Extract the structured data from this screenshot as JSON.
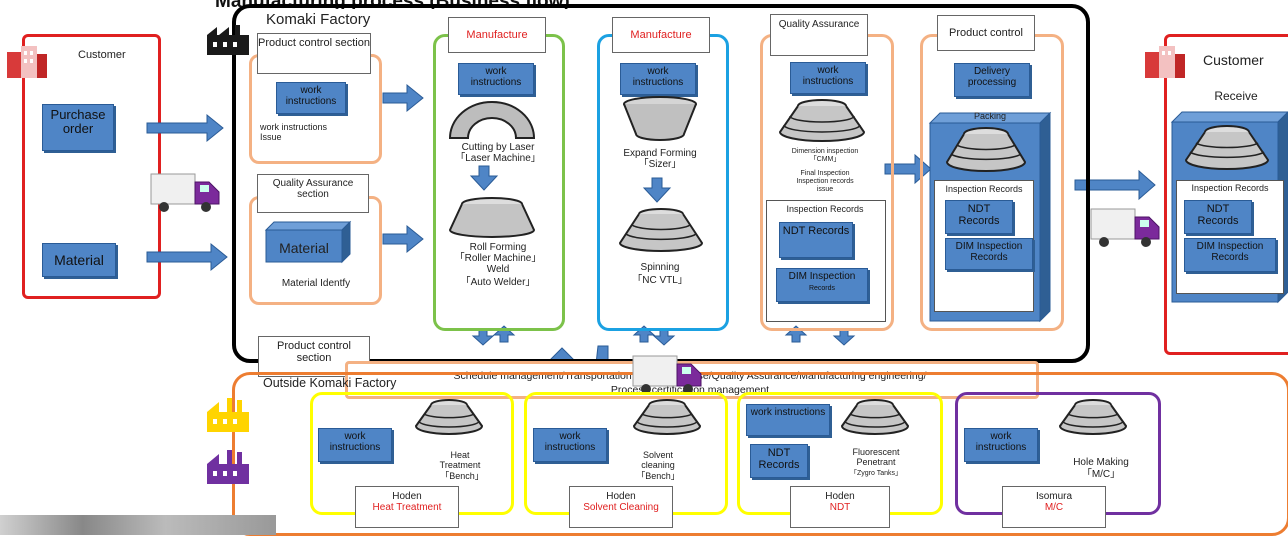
{
  "header": {
    "fragment": "Manufacturing process (Business flow)"
  },
  "left_customer": {
    "title": "Customer",
    "purchase_order": "Purchase order",
    "material": "Material"
  },
  "komaki": {
    "title": "Komaki Factory",
    "product_control_section_top": "Product control section",
    "work_instructions": "work instructions",
    "work_instructions_issue": "work instructions Issue",
    "qa_section": "Quality Assurance section",
    "material": "Material",
    "material_identify": "Material Identfy",
    "product_control_section_bottom": "Product control section",
    "schedule_line1": "Schedule management/Transportation control in house/Quality Assurance/Manufacturing engineering/",
    "schedule_line2": "Process certification management"
  },
  "manufacture1": {
    "title": "Manufacture",
    "work_instructions": "work instructions",
    "cutting": "Cutting by Laser",
    "cutting_machine": "「Laser Machine」",
    "roll_forming": "Roll Forming",
    "roller_machine": "「Roller Machine」",
    "weld": "Weld",
    "auto_welder": "「Auto Welder」"
  },
  "manufacture2": {
    "title": "Manufacture",
    "work_instructions": "work instructions",
    "expand_forming": "Expand Forming",
    "sizer": "「Sizer」",
    "spinning": "Spinning",
    "nc_vtl": "「NC VTL」"
  },
  "quality_assurance": {
    "title": "Quality Assurance",
    "work_instructions": "work instructions",
    "dimension_inspection": "Dimension inspection",
    "cmm": "「CMM」",
    "final_inspection": "Final Inspection",
    "inspection_records_issue": "Inspection records issue",
    "inspection_records": "Inspection Records",
    "ndt_records": "NDT Records",
    "dim_inspection": "DIM Inspection",
    "records": "Records"
  },
  "product_control": {
    "title": "Product control",
    "delivery": "Delivery processing",
    "packing": "Packing",
    "inspection_records": "Inspection Records",
    "ndt_records": "NDT Records",
    "dim_records": "DIM Inspection Records"
  },
  "right_customer": {
    "title": "Customer",
    "receive": "Receive",
    "inspection_records": "Inspection Records",
    "ndt_records": "NDT Records",
    "dim_records": "DIM Inspection Records"
  },
  "outside": {
    "title": "Outside Komaki Factory",
    "heat": {
      "work": "work instructions",
      "process": "Heat Treatment",
      "equipment": "「Bench」",
      "vendor": "Hoden",
      "label": "Heat Treatment"
    },
    "solvent": {
      "work": "work instructions",
      "process": "Solvent cleaning",
      "equipment": "「Bench」",
      "vendor": "Hoden",
      "label": "Solvent Cleaning"
    },
    "ndt": {
      "work": "work instructions",
      "records": "NDT Records",
      "process": "Fluorescent Penetrant",
      "equipment": "「Zygro Tanks」",
      "vendor": "Hoden",
      "label": "NDT"
    },
    "mc": {
      "work": "work instructions",
      "process": "Hole Making",
      "equipment": "「M/C」",
      "vendor": "Isomura",
      "label": "M/C"
    }
  },
  "colors": {
    "blue": "#4f85c6",
    "red": "#e02020",
    "green": "#7cc24a",
    "cyan": "#1ba1e2",
    "peach": "#f4b183",
    "orange": "#ed7d31",
    "yellow": "#ffff00",
    "purple": "#7030a0"
  }
}
